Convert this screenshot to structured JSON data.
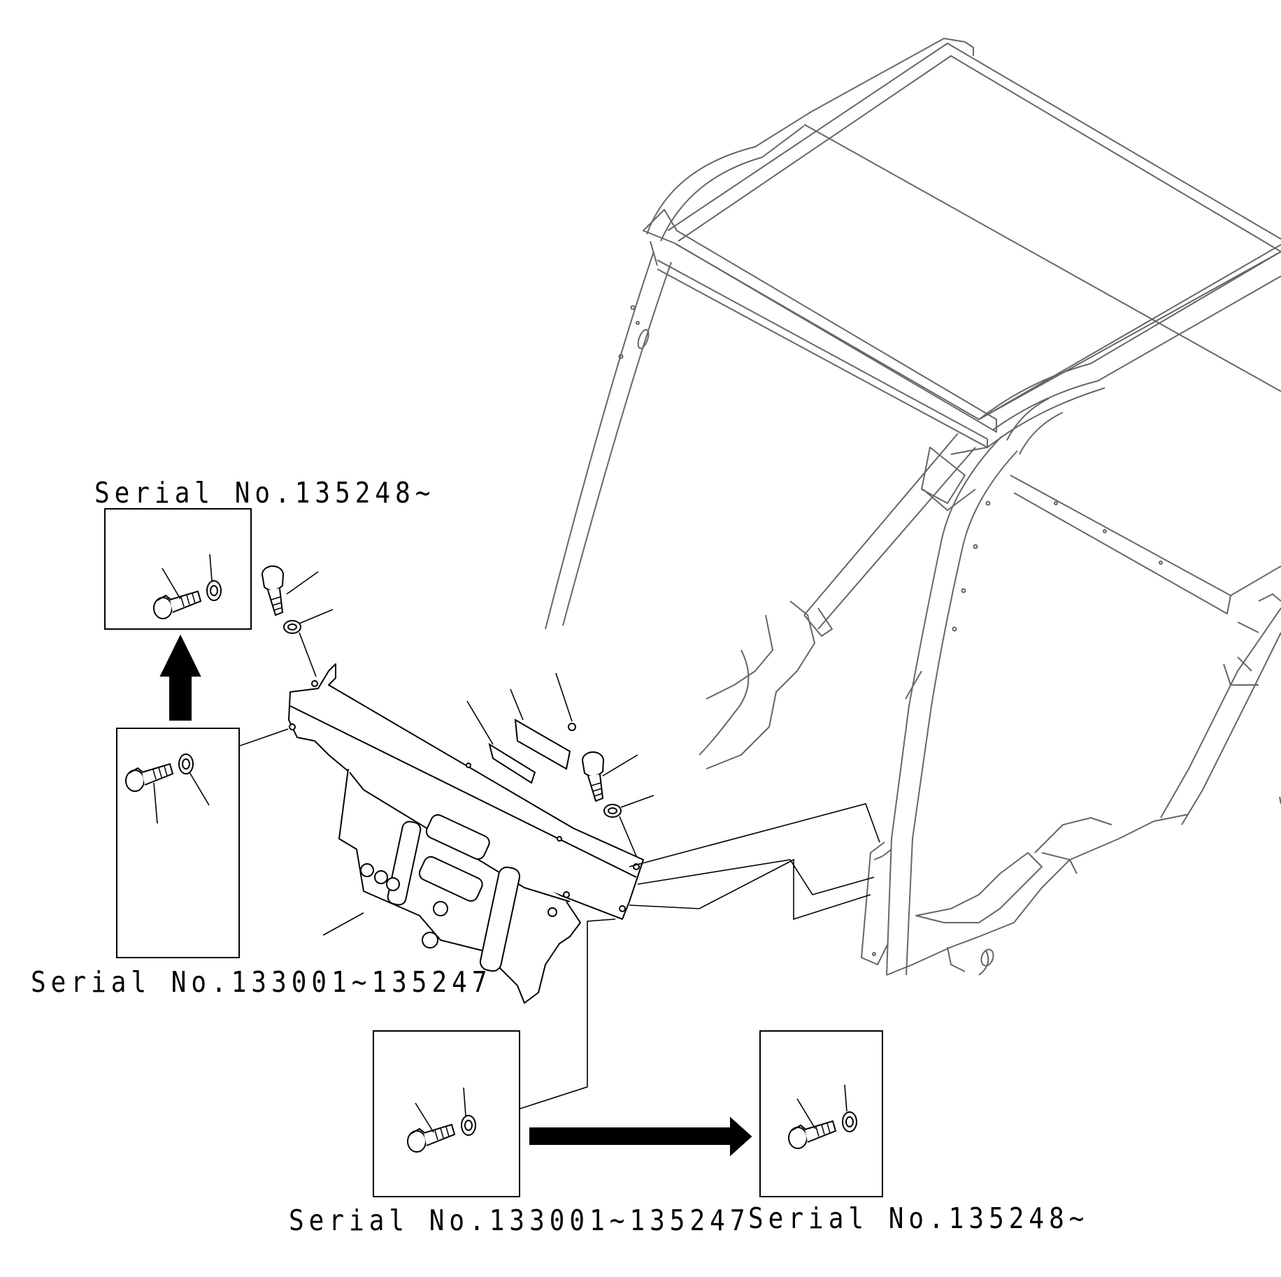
{
  "labels": {
    "top_left_serial": "Serial No.135248~",
    "mid_left_serial": "Serial No.133001~135247",
    "bottom_center_serial": "Serial No.133001~135247",
    "bottom_right_serial": "Serial No.135248~"
  },
  "colors": {
    "ink": "#000000",
    "frame_gray": "#666666",
    "paper": "#ffffff"
  },
  "icons": {
    "arrow_up": "up-arrow-icon",
    "arrow_right": "right-arrow-icon",
    "bolt": "bolt-icon",
    "washer": "washer-icon"
  }
}
